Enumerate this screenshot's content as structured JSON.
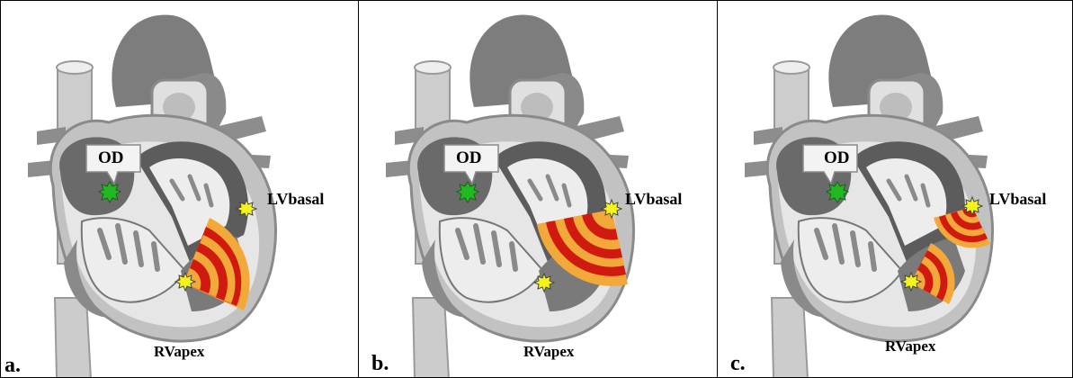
{
  "panels": [
    {
      "id": "a",
      "letter": "a.",
      "od_label": "OD",
      "lv_label": "LVbasal",
      "rv_label": "RVapex"
    },
    {
      "id": "b",
      "letter": "b.",
      "od_label": "OD",
      "lv_label": "LVbasal",
      "rv_label": "RVapex"
    },
    {
      "id": "c",
      "letter": "c.",
      "od_label": "OD",
      "lv_label": "LVbasal",
      "rv_label": "RVapex"
    }
  ],
  "colors": {
    "od_marker": "#22b822",
    "lead_marker": "#f6f21c",
    "wave_red": "#d01a10",
    "wave_orange": "#f3a93a",
    "heart_dark": "#5c5c5c",
    "heart_mid": "#9a9a9a",
    "heart_light": "#d6d6d6"
  },
  "icons": {
    "od": "green-starburst-icon",
    "lead": "yellow-starburst-icon",
    "activation": "activation-wavefront-icon"
  }
}
